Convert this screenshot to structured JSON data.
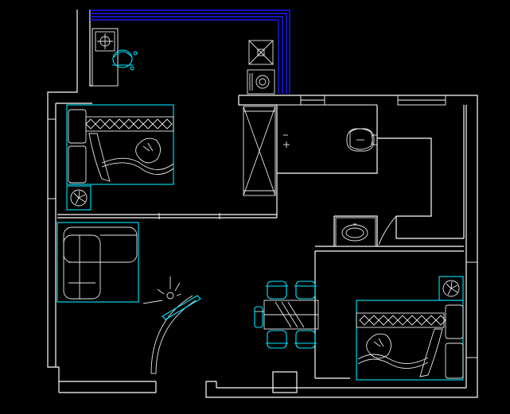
{
  "drawing": {
    "background": "#000000",
    "wall_color": "#ffffff",
    "furniture_color": "#00e5ff",
    "balcony_rail_color": "#1a1aff",
    "detail_color": "#e8e8e8"
  },
  "rooms": [
    "balcony",
    "bedroom-north",
    "storage",
    "bathroom",
    "living-room",
    "dining-area",
    "bedroom-south"
  ],
  "fixtures": [
    "gas-stove",
    "kitchen-stool",
    "floor-drain",
    "washing-machine",
    "wardrobe",
    "toilet",
    "wash-basin",
    "double-bed",
    "sofa",
    "floor-lamp",
    "dining-table",
    "dining-chairs",
    "swing-door"
  ]
}
